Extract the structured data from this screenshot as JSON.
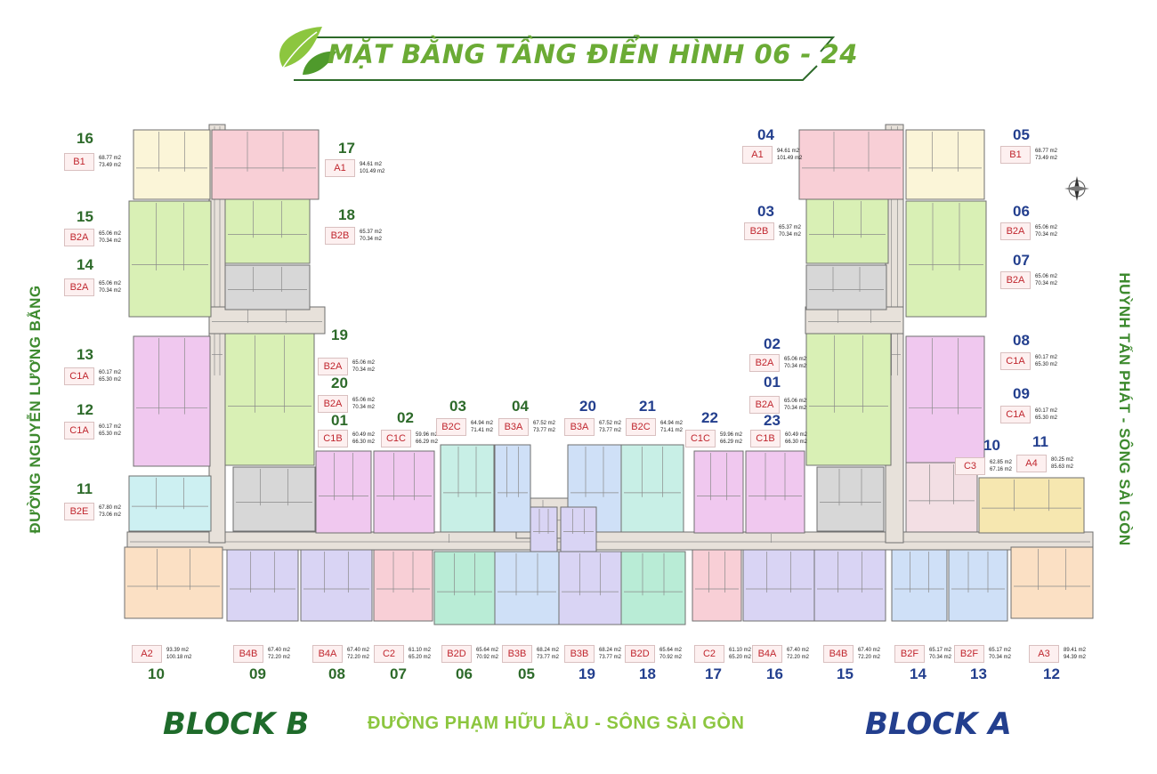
{
  "title": "MẶT BẰNG TẦNG ĐIỂN HÌNH 06 - 24",
  "roads": {
    "left": "ĐƯỜNG NGUYỄN LƯƠNG BẰNG",
    "right": "HUỲNH TẤN PHÁT - SÔNG SÀI GÒN",
    "bottom": "ĐƯỜNG PHẠM HỮU LẦU - SÔNG SÀI GÒN"
  },
  "blocks": {
    "b": "BLOCK B",
    "a": "BLOCK A"
  },
  "colors": {
    "green_text": "#2d6a2a",
    "blue_text": "#233f8e",
    "leaf": "#6bab35",
    "code_red": "#c0262e"
  },
  "units": [
    {
      "n": "16",
      "c": "B1",
      "a1": "68.77 m2",
      "a2": "73.49 m2"
    },
    {
      "n": "17",
      "c": "A1",
      "a1": "94.61 m2",
      "a2": "101.49 m2"
    },
    {
      "n": "15",
      "c": "B2A",
      "a1": "65.06 m2",
      "a2": "70.34 m2"
    },
    {
      "n": "18",
      "c": "B2B",
      "a1": "65.37 m2",
      "a2": "70.34 m2"
    },
    {
      "n": "14",
      "c": "B2A",
      "a1": "65.06 m2",
      "a2": "70.34 m2"
    },
    {
      "n": "13",
      "c": "C1A",
      "a1": "60.17 m2",
      "a2": "65.30 m2"
    },
    {
      "n": "19",
      "c": "B2A",
      "a1": "65.06 m2",
      "a2": "70.34 m2"
    },
    {
      "n": "20",
      "c": "B2A",
      "a1": "65.06 m2",
      "a2": "70.34 m2"
    },
    {
      "n": "12",
      "c": "C1A",
      "a1": "60.17 m2",
      "a2": "65.30 m2"
    },
    {
      "n": "01",
      "c": "C1B",
      "a1": "60.49 m2",
      "a2": "66.30 m2"
    },
    {
      "n": "02",
      "c": "C1C",
      "a1": "59.96 m2",
      "a2": "66.29 m2"
    },
    {
      "n": "03",
      "c": "B2C",
      "a1": "64.94 m2",
      "a2": "71.41 m2"
    },
    {
      "n": "04",
      "c": "B3A",
      "a1": "67.52 m2",
      "a2": "73.77 m2"
    },
    {
      "n": "11",
      "c": "B2E",
      "a1": "67.80 m2",
      "a2": "73.06 m2"
    },
    {
      "n": "20",
      "c": "B3A",
      "a1": "67.52 m2",
      "a2": "73.77 m2"
    },
    {
      "n": "21",
      "c": "B2C",
      "a1": "64.94 m2",
      "a2": "71.41 m2"
    },
    {
      "n": "22",
      "c": "C1C",
      "a1": "59.96 m2",
      "a2": "66.29 m2"
    },
    {
      "n": "23",
      "c": "C1B",
      "a1": "60.49 m2",
      "a2": "66.30 m2"
    },
    {
      "n": "04",
      "c": "A1",
      "a1": "94.61 m2",
      "a2": "101.49 m2"
    },
    {
      "n": "05",
      "c": "B1",
      "a1": "68.77 m2",
      "a2": "73.49 m2"
    },
    {
      "n": "03",
      "c": "B2B",
      "a1": "65.37 m2",
      "a2": "70.34 m2"
    },
    {
      "n": "06",
      "c": "B2A",
      "a1": "65.06 m2",
      "a2": "70.34 m2"
    },
    {
      "n": "07",
      "c": "B2A",
      "a1": "65.06 m2",
      "a2": "70.34 m2"
    },
    {
      "n": "02",
      "c": "B2A",
      "a1": "65.06 m2",
      "a2": "70.34 m2"
    },
    {
      "n": "08",
      "c": "C1A",
      "a1": "60.17 m2",
      "a2": "65.30 m2"
    },
    {
      "n": "01",
      "c": "B2A",
      "a1": "65.06 m2",
      "a2": "70.34 m2"
    },
    {
      "n": "09",
      "c": "C1A",
      "a1": "60.17 m2",
      "a2": "65.30 m2"
    },
    {
      "n": "10",
      "c": "C3",
      "a1": "62.85 m2",
      "a2": "67.16 m2"
    },
    {
      "n": "11",
      "c": "A4",
      "a1": "80.25 m2",
      "a2": "85.63 m2"
    },
    {
      "n": "10",
      "c": "A2",
      "a1": "93.39 m2",
      "a2": "100.18 m2"
    },
    {
      "n": "09",
      "c": "B4B",
      "a1": "67.40 m2",
      "a2": "72.20 m2"
    },
    {
      "n": "08",
      "c": "B4A",
      "a1": "67.40 m2",
      "a2": "72.20 m2"
    },
    {
      "n": "07",
      "c": "C2",
      "a1": "61.10 m2",
      "a2": "65.20 m2"
    },
    {
      "n": "06",
      "c": "B2D",
      "a1": "65.64 m2",
      "a2": "70.92 m2"
    },
    {
      "n": "05",
      "c": "B3B",
      "a1": "68.24 m2",
      "a2": "73.77 m2"
    },
    {
      "n": "19",
      "c": "B3B",
      "a1": "68.24 m2",
      "a2": "73.77 m2"
    },
    {
      "n": "18",
      "c": "B2D",
      "a1": "65.64 m2",
      "a2": "70.92 m2"
    },
    {
      "n": "17",
      "c": "C2",
      "a1": "61.10 m2",
      "a2": "65.20 m2"
    },
    {
      "n": "16",
      "c": "B4A",
      "a1": "67.40 m2",
      "a2": "72.20 m2"
    },
    {
      "n": "15",
      "c": "B4B",
      "a1": "67.40 m2",
      "a2": "72.20 m2"
    },
    {
      "n": "14",
      "c": "B2F",
      "a1": "65.17 m2",
      "a2": "70.34 m2"
    },
    {
      "n": "13",
      "c": "B2F",
      "a1": "65.17 m2",
      "a2": "70.34 m2"
    },
    {
      "n": "12",
      "c": "A3",
      "a1": "89.41 m2",
      "a2": "94.39 m2"
    }
  ]
}
